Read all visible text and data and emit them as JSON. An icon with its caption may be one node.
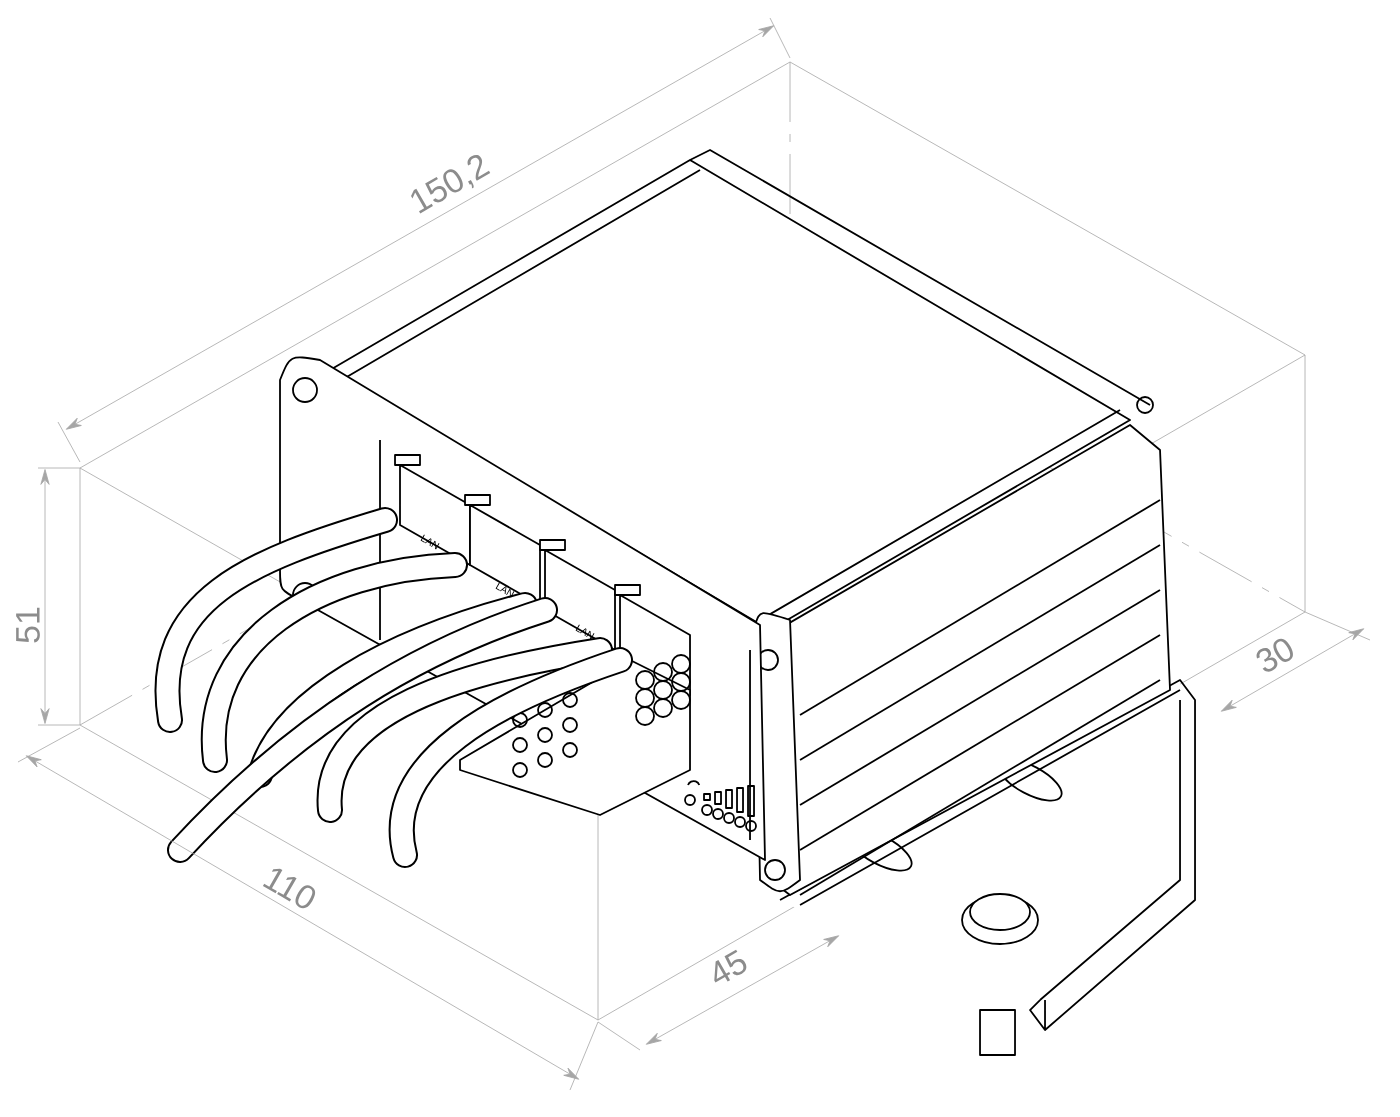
{
  "diagram": {
    "labels": [
      "150,2",
      "51",
      "30",
      "110",
      "45",
      "LAN",
      "LAN",
      "LAN"
    ]
  }
}
